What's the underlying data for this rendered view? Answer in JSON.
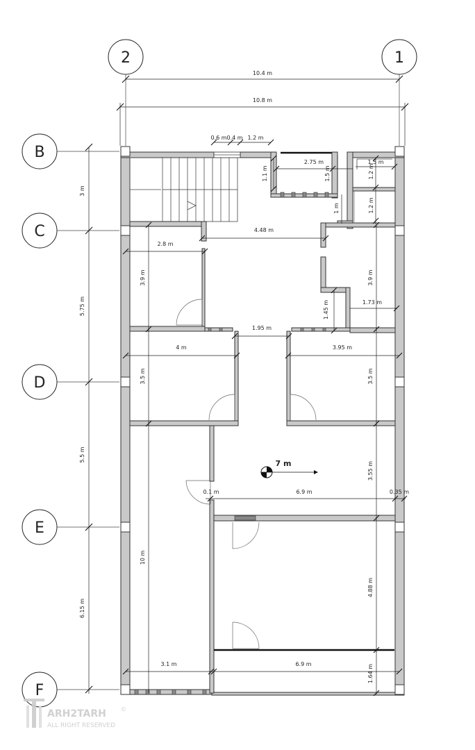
{
  "grid": {
    "columns": [
      "2",
      "1"
    ],
    "rows": [
      "B",
      "C",
      "D",
      "E",
      "F"
    ]
  },
  "overall_dims": {
    "axis_width": "10.4 m",
    "outer_width": "10.8 m"
  },
  "left_dims": [
    "3 m",
    "5.75 m",
    "5.5 m",
    "6.15 m"
  ],
  "dims": {
    "d06": "0.6 m",
    "d04": "0.4 m",
    "d12top": "1.2 m",
    "d11": "1.1 m",
    "d275": "2.75 m",
    "d15a": "1.5 m",
    "d15b": "1.5 m",
    "d12a": "1.2 m",
    "d12b": "1.2 m",
    "d1": "1 m",
    "d448": "4.48 m",
    "d28": "2.8 m",
    "d39a": "3.9 m",
    "d39b": "3.9 m",
    "d145": "1.45 m",
    "d173": "1.73 m",
    "d195": "1.95 m",
    "d4": "4 m",
    "d395": "3.95 m",
    "d35a": "3.5 m",
    "d35b": "3.5 m",
    "d7": "7 m",
    "d355": "3.55 m",
    "d01": "0.1 m",
    "d69a": "6.9 m",
    "d035": "0.35 m",
    "d10": "10 m",
    "d488": "4.88 m",
    "d31": "3.1 m",
    "d69b": "6.9 m",
    "d164": "1.64 m"
  },
  "logo": {
    "name": "ARH2TARH",
    "tagline": "ALL RIGHT RESERVED",
    "mark": "©"
  }
}
